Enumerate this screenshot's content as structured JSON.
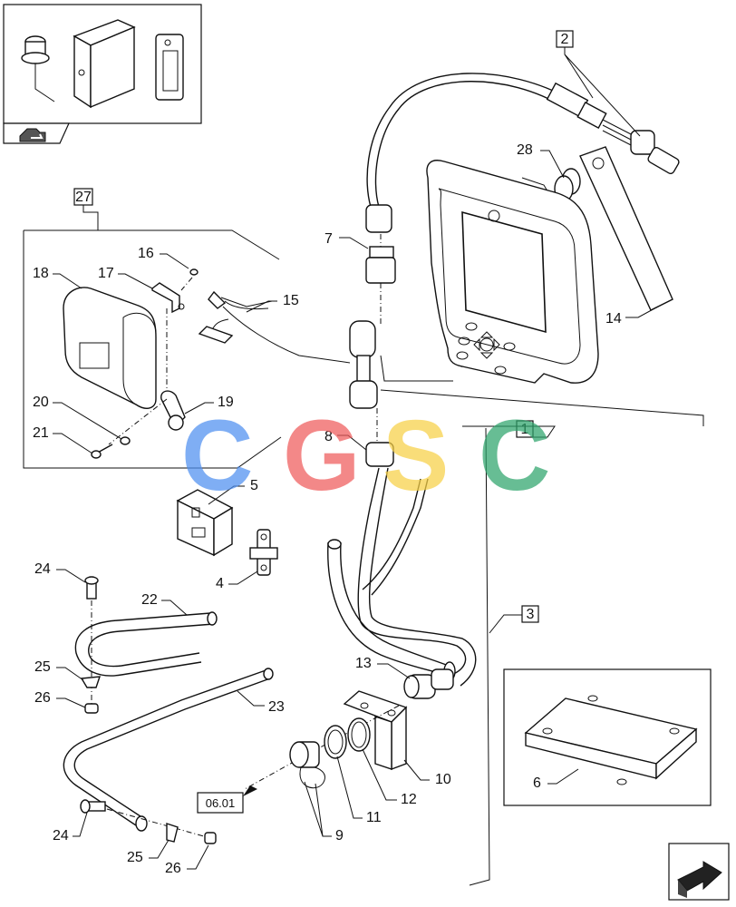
{
  "callouts": {
    "c1": "1",
    "c2": "2",
    "c3": "3",
    "c4": "4",
    "c5": "5",
    "c6": "6",
    "c7": "7",
    "c8": "8",
    "c9": "9",
    "c10": "10",
    "c11": "11",
    "c12": "12",
    "c13": "13",
    "c14": "14",
    "c15": "15",
    "c16": "16",
    "c17": "17",
    "c18": "18",
    "c19": "19",
    "c20": "20",
    "c21": "21",
    "c22": "22",
    "c23": "23",
    "c24a": "24",
    "c24b": "24",
    "c25a": "25",
    "c25b": "25",
    "c26a": "26",
    "c26b": "26",
    "c27": "27",
    "c28": "28"
  },
  "reference": {
    "label": "06.01"
  },
  "watermark": {
    "letters": [
      "C",
      "G",
      "S",
      "C"
    ],
    "colors": [
      "#4f8ff0",
      "#ef5b5b",
      "#f7d046",
      "#2ea36b"
    ]
  },
  "icons": {
    "thumbnail_nav": "folder-arrow-icon",
    "next_page": "next-page-arrow-icon"
  }
}
